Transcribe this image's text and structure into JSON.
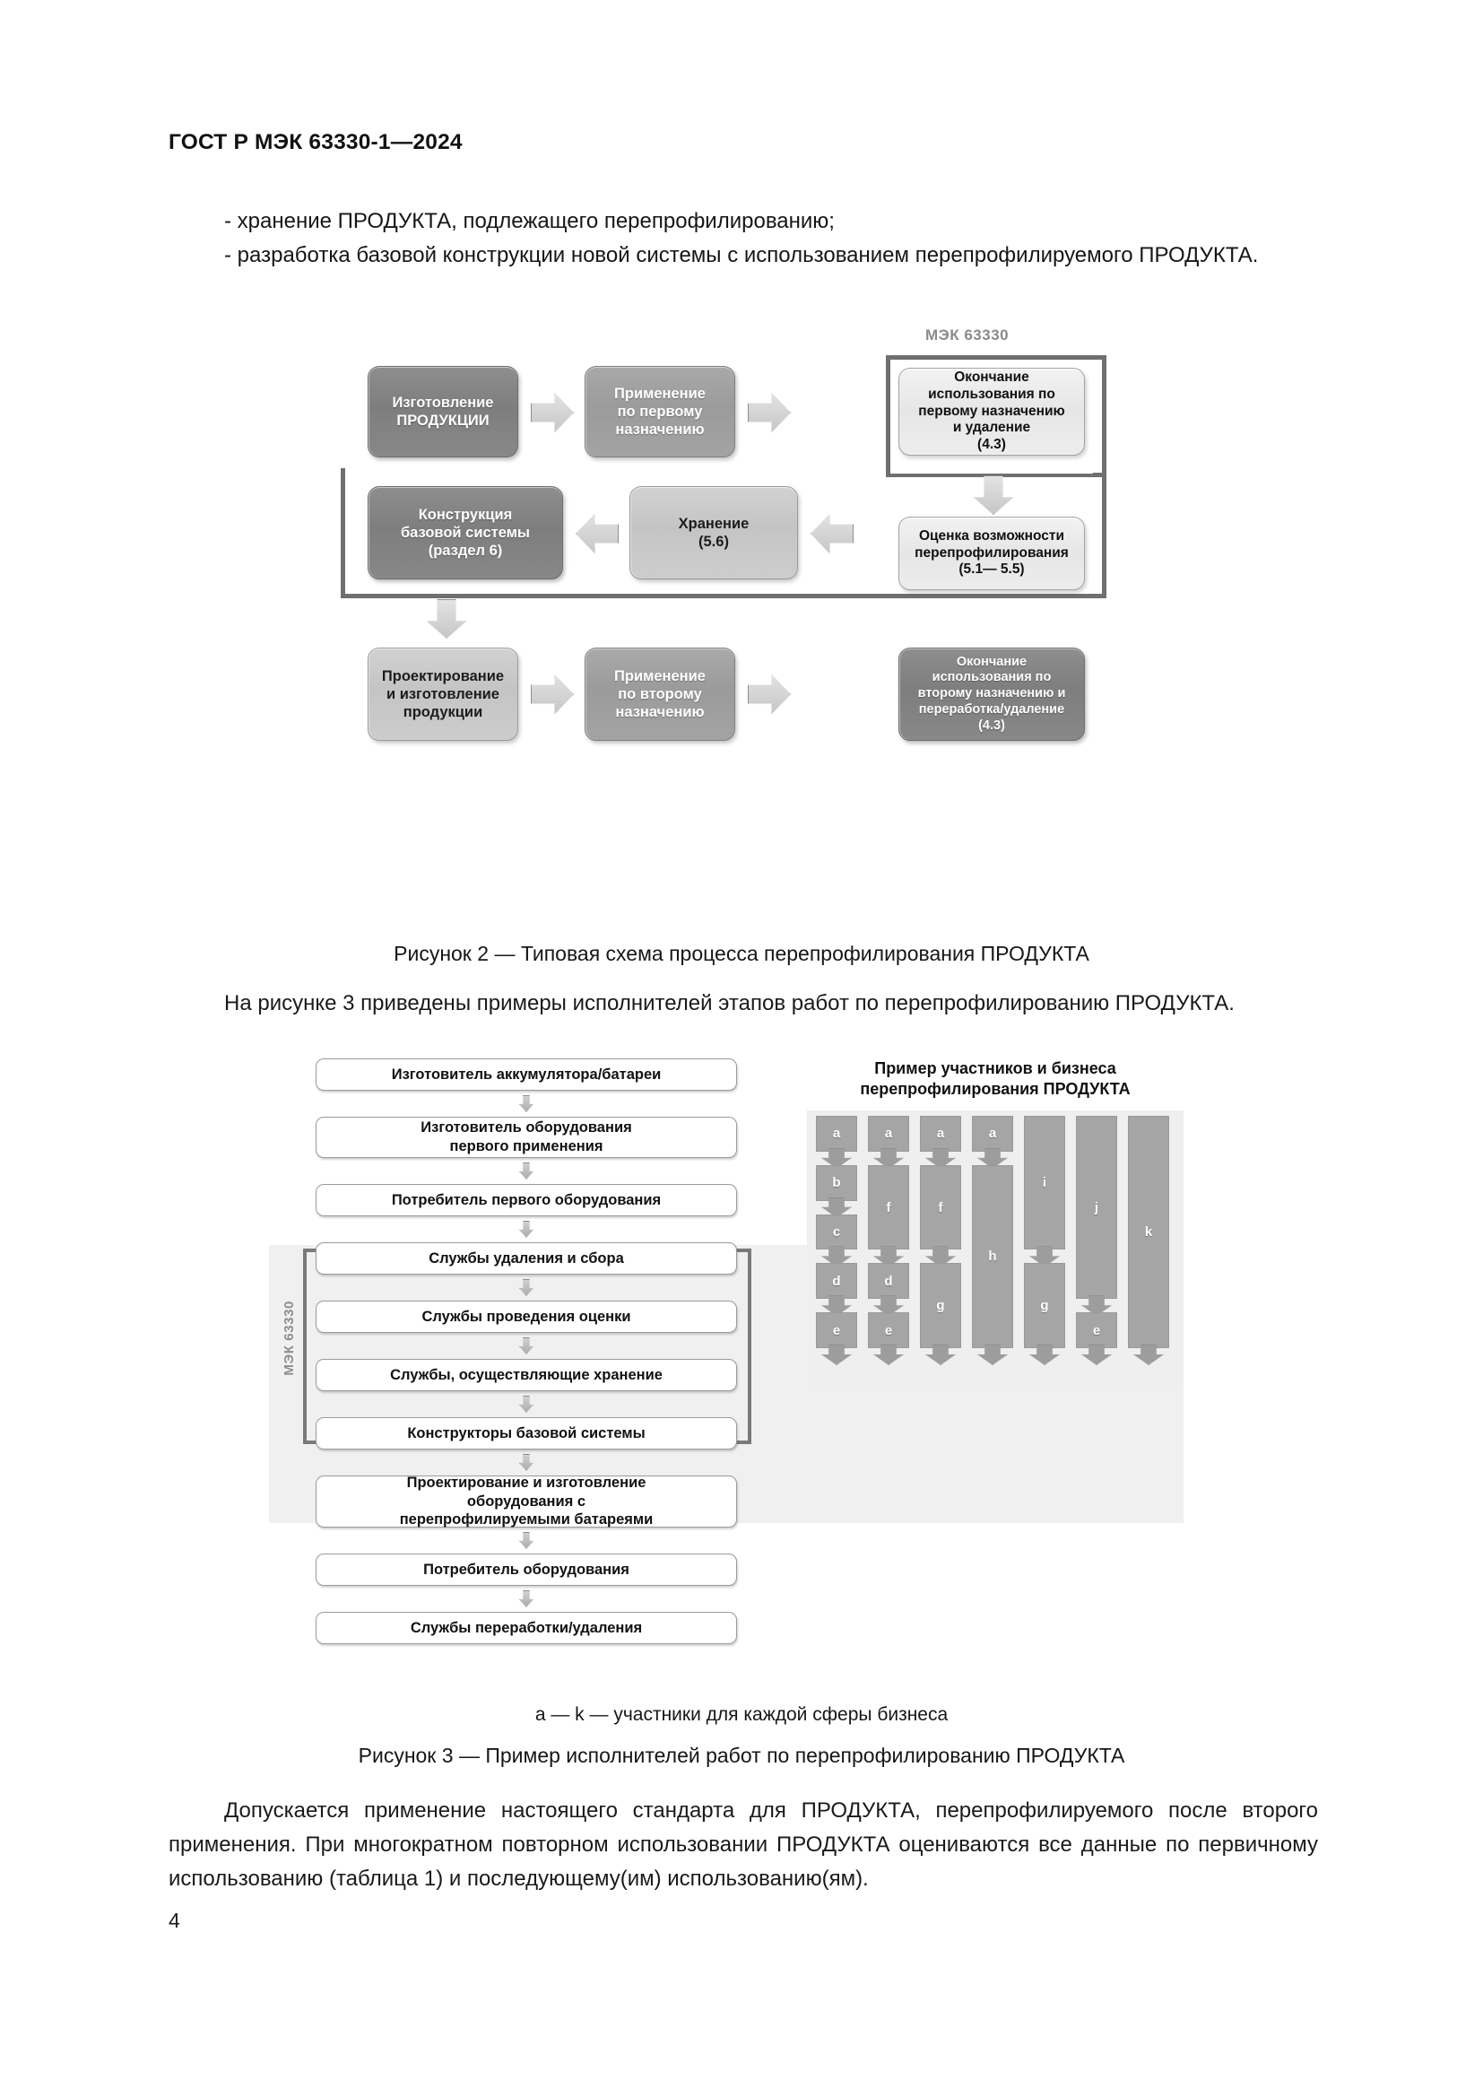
{
  "document": {
    "running_head": "ГОСТ Р МЭК 63330-1—2024",
    "page_number": "4"
  },
  "intro": {
    "line1": "- хранение ПРОДУКТА, подлежащего перепрофилированию;",
    "line2": "- разработка базовой конструкции новой системы с использованием перепрофилируемого ПРОДУКТА."
  },
  "figure2": {
    "iec_label": "МЭК 63330",
    "caption": "Рисунок 2 — Типовая схема процесса перепрофилирования ПРОДУКТА",
    "boxes": {
      "manufacture": "Изготовление\nПРОДУКЦИИ",
      "first_use": "Применение\nпо первому\nназначению",
      "end_first_use": "Окончание\nиспользования по\nпервому назначению\nи удаление\n(4.3)",
      "assessment": "Оценка возможности\nперепрофилирования\n(5.1— 5.5)",
      "storage": "Хранение\n(5.6)",
      "base_system": "Конструкция\nбазовой системы\n(раздел 6)",
      "design_manufacture": "Проектирование\nи изготовление\nпродукции",
      "second_use": "Применение\nпо второму\nназначению",
      "end_second_use": "Окончание\nиспользования по\nвторому назначению и\nпереработка/удаление\n(4.3)"
    }
  },
  "para_fig3": "На рисунке 3 приведены примеры исполнителей этапов работ по перепрофилированию ПРОДУКТА.",
  "figure3": {
    "iec_label": "МЭК 63330",
    "right_title": "Пример участников и бизнеса\nперепрофилирования ПРОДУКТА",
    "legend": "a — k — участники для каждой сферы бизнеса",
    "caption": "Рисунок 3 — Пример исполнителей работ по перепрофилированию ПРОДУКТА",
    "steps": [
      {
        "label": "Изготовитель аккумулятора/батареи",
        "in_scope": false
      },
      {
        "label": "Изготовитель оборудования\nпервого применения",
        "in_scope": false
      },
      {
        "label": "Потребитель первого оборудования",
        "in_scope": false
      },
      {
        "label": "Службы удаления и сбора",
        "in_scope": true
      },
      {
        "label": "Службы проведения оценки",
        "in_scope": true
      },
      {
        "label": "Службы, осуществляющие хранение",
        "in_scope": true
      },
      {
        "label": "Конструкторы базовой системы",
        "in_scope": true
      },
      {
        "label": "Проектирование и изготовление\nоборудования с\nперепрофилируемыми батареями",
        "in_scope": false
      },
      {
        "label": "Потребитель оборудования",
        "in_scope": false
      },
      {
        "label": "Службы переработки/удаления",
        "in_scope": false
      }
    ],
    "actor_columns": [
      {
        "segments": [
          {
            "label": "a",
            "rows": 1
          },
          {
            "label": "b",
            "rows": 1
          },
          {
            "label": "c",
            "rows": 1
          },
          {
            "label": "d",
            "rows": 1
          },
          {
            "label": "e",
            "rows": 1
          }
        ]
      },
      {
        "segments": [
          {
            "label": "a",
            "rows": 1
          },
          {
            "label": "f",
            "rows": 2
          },
          {
            "label": "d",
            "rows": 1
          },
          {
            "label": "e",
            "rows": 1
          }
        ]
      },
      {
        "segments": [
          {
            "label": "a",
            "rows": 1
          },
          {
            "label": "f",
            "rows": 2
          },
          {
            "label": "g",
            "rows": 2
          }
        ]
      },
      {
        "segments": [
          {
            "label": "a",
            "rows": 1
          },
          {
            "label": "h",
            "rows": 4
          }
        ]
      },
      {
        "segments": [
          {
            "label": "i",
            "rows": 3
          },
          {
            "label": "g",
            "rows": 2
          }
        ]
      },
      {
        "segments": [
          {
            "label": "j",
            "rows": 4
          },
          {
            "label": "e",
            "rows": 1
          }
        ]
      },
      {
        "segments": [
          {
            "label": "k",
            "rows": 5
          }
        ]
      }
    ]
  },
  "tail_paragraph": "Допускается применение настоящего стандарта для ПРОДУКТА, перепрофилируемого после второго применения. При многократном повторном использовании ПРОДУКТА оцениваются все данные по первичному использованию (таблица 1) и последующему(им) использованию(ям).",
  "colors": {
    "tone_dark": "#848484",
    "tone_mid": "#a0a0a0",
    "tone_light": "#c8c8c8",
    "tone_pale": "#ececec",
    "iec_frame": "#6f6f6f",
    "bar": "#a5a5a5"
  }
}
